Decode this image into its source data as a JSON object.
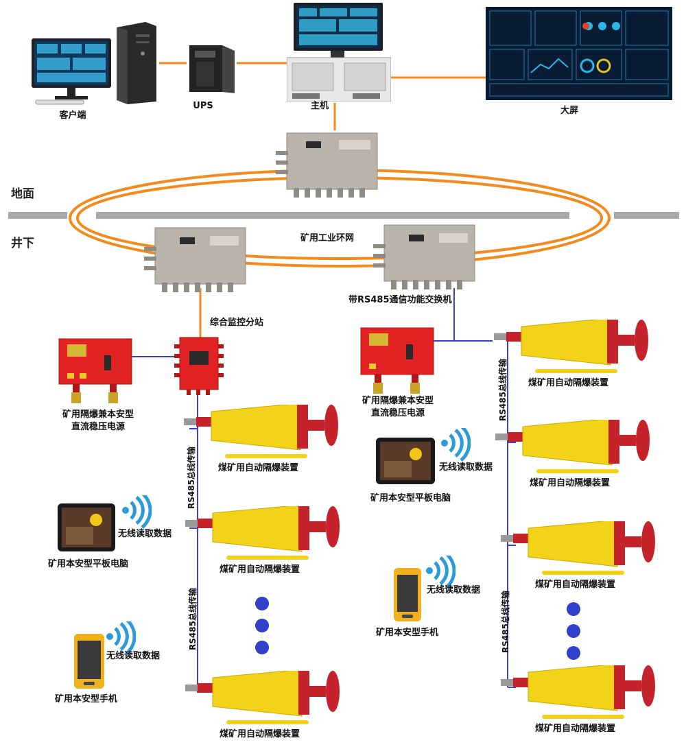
{
  "surface": {
    "zone_label": "地面",
    "client_label": "客户端",
    "ups_label": "UPS",
    "host_label": "主机",
    "screen_label": "大屏"
  },
  "underground": {
    "zone_label": "井下",
    "ring_label": "矿用工业环网",
    "switch_label": "带RS485通信功能交换机",
    "substation_label": "综合监控分站",
    "psu_left_label": "矿用隔爆兼本安型\n直流稳压电源",
    "psu_right_label": "矿用隔爆兼本安型\n直流稳压电源",
    "bus_label": "RS485总线传输",
    "device_label": "煤矿用自动隔爆装置",
    "tablet_label": "矿用本安型平板电脑",
    "phone_label": "矿用本安型手机",
    "wireless_label": "无线读取数据"
  },
  "colors": {
    "fiber": "#f28a1e",
    "bus": "#3b3fc8",
    "ground": "#a9a9a9",
    "device_body": "#f3d21a",
    "device_red": "#c4232b",
    "psu_red": "#e02222",
    "wifi": "#2a9bd8",
    "dot": "#3340c9"
  },
  "icons": [
    "monitor-icon",
    "tower-pc-icon",
    "ups-icon",
    "server-icon",
    "dashboard-screen-icon",
    "switch-box-icon",
    "power-supply-icon",
    "barrier-device-icon",
    "tablet-icon",
    "phone-icon",
    "wifi-icon"
  ]
}
